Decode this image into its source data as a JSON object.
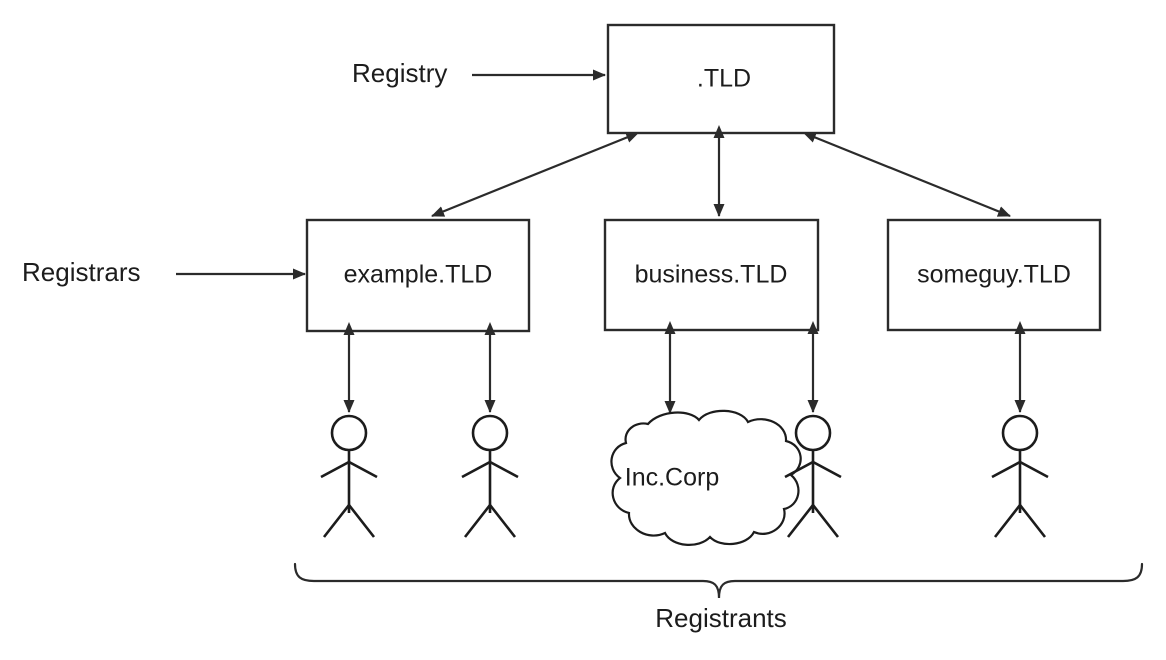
{
  "diagram": {
    "title_text": "",
    "colors": {
      "stroke": "#2b2b2b",
      "text": "#1c1c1c",
      "fill": "#ffffff"
    },
    "side_labels": [
      {
        "id": "registry",
        "text": "Registry"
      },
      {
        "id": "registrars",
        "text": "Registrars"
      }
    ],
    "registry_node": {
      "label": ".TLD"
    },
    "registrar_nodes": [
      {
        "id": "example",
        "label": "example.TLD"
      },
      {
        "id": "business",
        "label": "business.TLD"
      },
      {
        "id": "someguy",
        "label": "someguy.TLD"
      }
    ],
    "registrants": {
      "brace_label": "Registrants",
      "entities": [
        {
          "id": "registrant-1",
          "type": "person",
          "label": ""
        },
        {
          "id": "registrant-2",
          "type": "person",
          "label": ""
        },
        {
          "id": "registrant-3",
          "type": "cloud",
          "label": "Inc.Corp"
        },
        {
          "id": "registrant-4",
          "type": "person",
          "label": ""
        },
        {
          "id": "registrant-5",
          "type": "person",
          "label": ""
        }
      ]
    }
  }
}
